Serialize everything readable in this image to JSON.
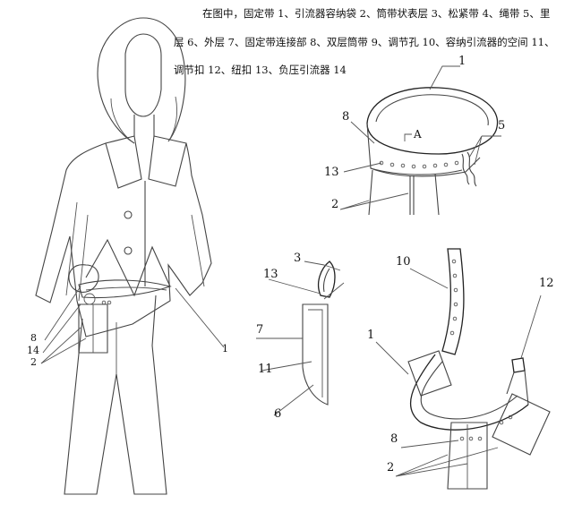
{
  "caption": {
    "line1": "在图中，固定带 1、引流器容纳袋 2、筒带状表层 3、松紧带 4、绳带 5、里",
    "line2": "层 6、外层 7、固定带连接部 8、双层筒带 9、调节孔 10、容纳引流器的空间 11、",
    "line3": "调节扣 12、纽扣 13、负压引流器 14"
  },
  "labels": {
    "fig1": {
      "l8": "8",
      "l14": "14",
      "l2": "2",
      "l1": "1"
    },
    "fig2": {
      "l1": "1",
      "l8": "8",
      "lA": "A",
      "l5": "5",
      "l13": "13",
      "l2": "2"
    },
    "fig3": {
      "l3": "3",
      "l13": "13",
      "l7": "7",
      "l11": "11",
      "l6": "6"
    },
    "fig4": {
      "l10": "10",
      "l12": "12",
      "l1": "1",
      "l8": "8",
      "l2": "2"
    }
  }
}
